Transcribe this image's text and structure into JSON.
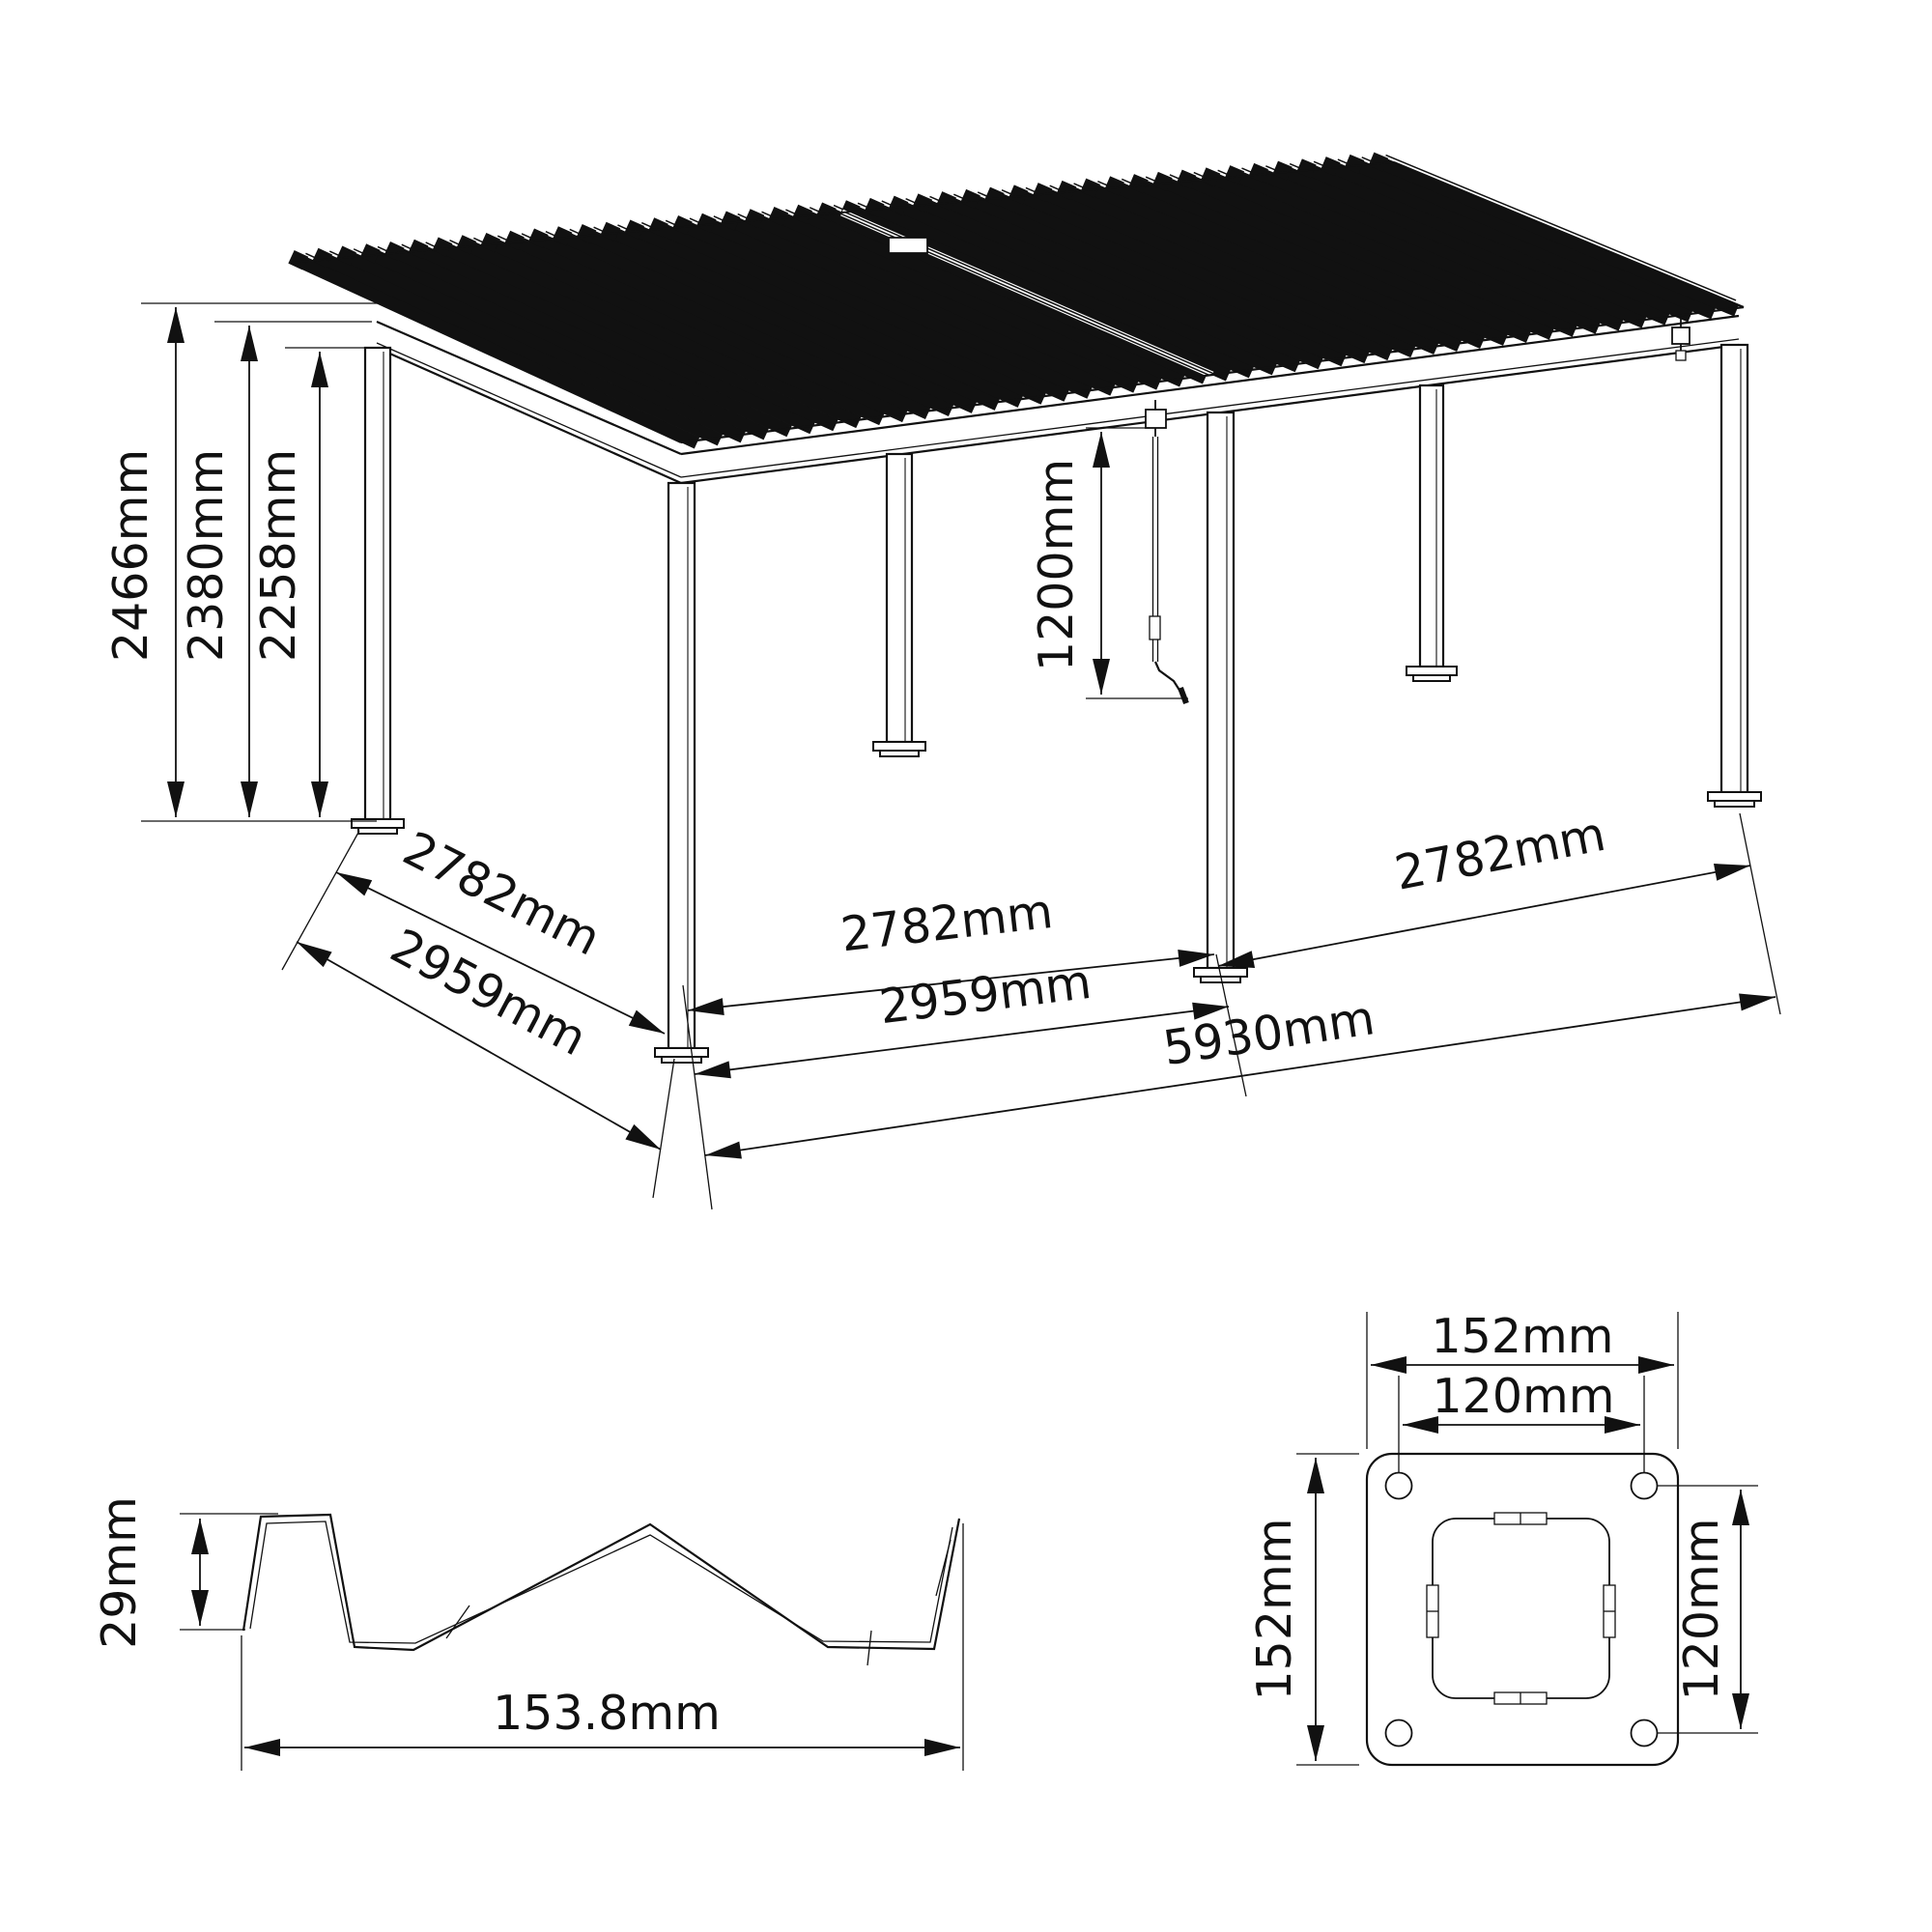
{
  "drawing": {
    "type": "technical-dimension-drawing",
    "subject": "louvered pergola",
    "background": "#ffffff",
    "line_color": "#111111",
    "main_view": {
      "louver_count": 46,
      "bays": 2,
      "post_count": 6,
      "heights": {
        "overall": "2466mm",
        "frame_top": "2380mm",
        "clearance": "2258mm"
      },
      "crank_drop": "1200mm",
      "left_side_dims": {
        "post_spacing": "2782mm",
        "overall_depth": "2959mm"
      },
      "front_left_bay_dims": {
        "post_spacing": "2782mm",
        "bay_width": "2959mm"
      },
      "front_right_bay_dims": {
        "post_spacing": "2782mm"
      },
      "overall_length": "5930mm"
    },
    "louver_profile": {
      "height": "29mm",
      "width": "153.8mm"
    },
    "base_plate": {
      "width": "152mm",
      "height": "152mm",
      "hole_spacing_horizontal": "120mm",
      "hole_spacing_vertical": "120mm",
      "bolt_holes": 4
    },
    "dimensions_mm": {
      "overall_length": 5930,
      "overall_depth": 2959,
      "post_spacing": 2782,
      "overall_height": 2466,
      "frame_top_height": 2380,
      "clearance_height": 2258,
      "crank_drop": 1200,
      "louver_profile_width": 153.8,
      "louver_profile_height": 29,
      "base_plate_size": 152,
      "base_plate_hole_spacing": 120
    }
  }
}
